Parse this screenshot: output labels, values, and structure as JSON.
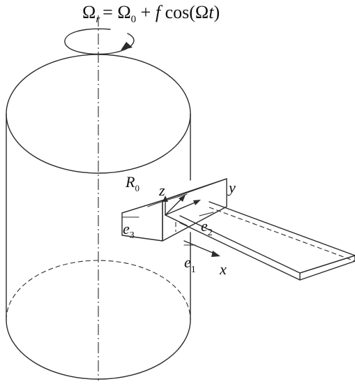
{
  "diagram": {
    "equation": {
      "omega": "Ω",
      "omega_sub": "r",
      "equals": "= ",
      "omega0": "Ω",
      "omega0_sub": "0",
      "plus": " + ",
      "f": "f",
      "cos_open": " cos(",
      "omega_in": "Ω",
      "t": "t",
      "close": ")"
    },
    "labels": {
      "radius": "R",
      "radius_sub": "0",
      "z_axis": "z",
      "y_axis": "y",
      "x_axis": "x",
      "e1": "e",
      "e1_sub": "1",
      "e2": "e",
      "e2_sub": "2",
      "e3": "e",
      "e3_sub": "3"
    },
    "colors": {
      "line": "#2b2b2b",
      "text": "#111111",
      "background": "#ffffff"
    }
  }
}
